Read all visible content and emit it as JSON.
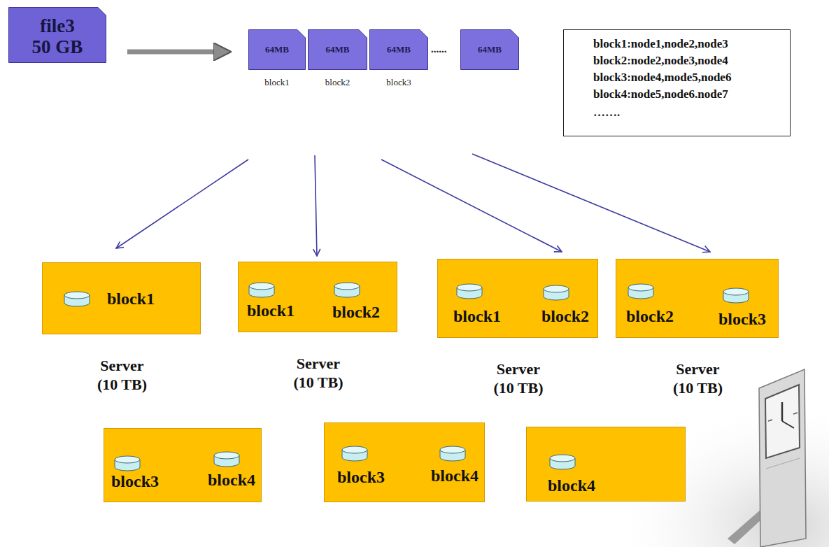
{
  "diagram": {
    "nodes": [
      {
        "text": [
          "file3",
          "50 GB"
        ]
      },
      {
        "text": [
          "64MB",
          "block1"
        ]
      },
      {
        "text": [
          "64MB",
          "block2"
        ]
      },
      {
        "text": [
          "64MB",
          "block3"
        ]
      },
      {
        "text": [
          "64MB"
        ]
      },
      {
        "text": [
          "block1:node1,node2,node3",
          "block2:node2,node3,node4",
          "block3:node4,mode5,node6",
          "block4:node5,node6.node7",
          "……."
        ]
      },
      {
        "text": [
          "block1",
          "Server (10 TB)"
        ]
      },
      {
        "text": [
          "block1",
          "block2",
          "Server (10 TB)"
        ]
      },
      {
        "text": [
          "block1",
          "block2",
          "Server (10 TB)"
        ]
      },
      {
        "text": [
          "block2",
          "block3",
          "Server (10 TB)"
        ]
      },
      {
        "text": [
          "block3",
          "block4"
        ]
      },
      {
        "text": [
          "block3",
          "block4"
        ]
      },
      {
        "text": [
          "block4"
        ]
      }
    ],
    "edges": [
      {
        "from": 0,
        "to": 1,
        "arrow": "to"
      }
    ],
    "labels": [
      "......"
    ]
  }
}
